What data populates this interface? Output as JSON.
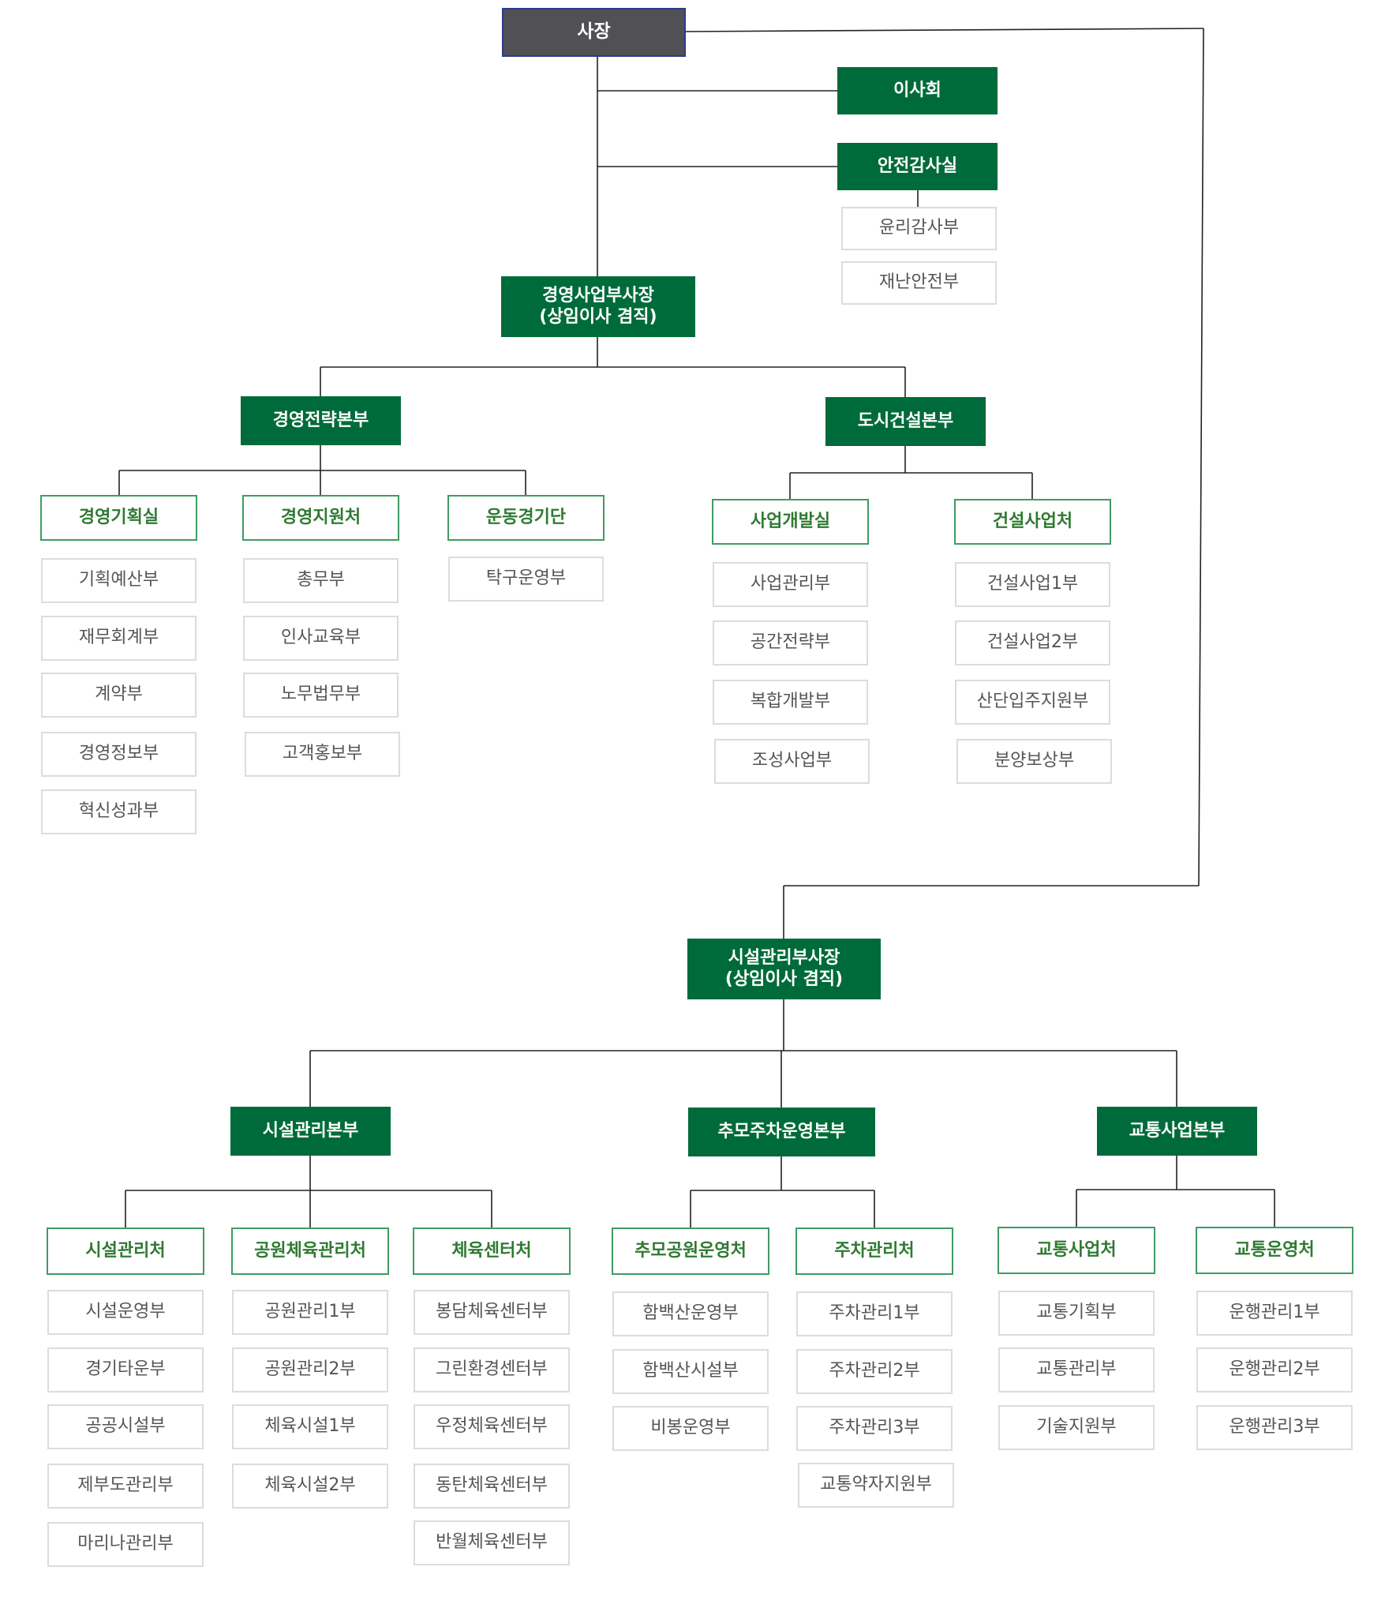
{
  "colors": {
    "root_fill": "#505055",
    "headquarters_fill": "#006b3a",
    "office_border": "#3f9c63",
    "office_text": "#2f7a32",
    "department_border": "#dcdcdc",
    "line": "#222222"
  },
  "org": {
    "ceo": "사장",
    "board": "이사회",
    "safety_audit": {
      "name": "안전감사실",
      "departments": [
        "윤리감사부",
        "재난안전부"
      ]
    },
    "vp_management": {
      "line1": "경영사업부사장",
      "line2": "(상임이사 겸직)",
      "headquarters": [
        {
          "name": "경영전략본부",
          "offices": [
            {
              "name": "경영기획실",
              "departments": [
                "기획예산부",
                "재무회계부",
                "계약부",
                "경영정보부",
                "혁신성과부"
              ]
            },
            {
              "name": "경영지원처",
              "departments": [
                "총무부",
                "인사교육부",
                "노무법무부",
                "고객홍보부"
              ]
            },
            {
              "name": "운동경기단",
              "departments": [
                "탁구운영부"
              ]
            }
          ]
        },
        {
          "name": "도시건설본부",
          "offices": [
            {
              "name": "사업개발실",
              "departments": [
                "사업관리부",
                "공간전략부",
                "복합개발부",
                "조성사업부"
              ]
            },
            {
              "name": "건설사업처",
              "departments": [
                "건설사업1부",
                "건설사업2부",
                "산단입주지원부",
                "분양보상부"
              ]
            }
          ]
        }
      ]
    },
    "vp_facilities": {
      "line1": "시설관리부사장",
      "line2": "(상임이사 겸직)",
      "headquarters": [
        {
          "name": "시설관리본부",
          "offices": [
            {
              "name": "시설관리처",
              "departments": [
                "시설운영부",
                "경기타운부",
                "공공시설부",
                "제부도관리부",
                "마리나관리부"
              ]
            },
            {
              "name": "공원체육관리처",
              "departments": [
                "공원관리1부",
                "공원관리2부",
                "체육시설1부",
                "체육시설2부"
              ]
            },
            {
              "name": "체육센터처",
              "departments": [
                "봉담체육센터부",
                "그린환경센터부",
                "우정체육센터부",
                "동탄체육센터부",
                "반월체육센터부"
              ]
            }
          ]
        },
        {
          "name": "추모주차운영본부",
          "offices": [
            {
              "name": "추모공원운영처",
              "departments": [
                "함백산운영부",
                "함백산시설부",
                "비봉운영부"
              ]
            },
            {
              "name": "주차관리처",
              "departments": [
                "주차관리1부",
                "주차관리2부",
                "주차관리3부",
                "교통약자지원부"
              ]
            }
          ]
        },
        {
          "name": "교통사업본부",
          "offices": [
            {
              "name": "교통사업처",
              "departments": [
                "교통기획부",
                "교통관리부",
                "기술지원부"
              ]
            },
            {
              "name": "교통운영처",
              "departments": [
                "운행관리1부",
                "운행관리2부",
                "운행관리3부"
              ]
            }
          ]
        }
      ]
    }
  }
}
